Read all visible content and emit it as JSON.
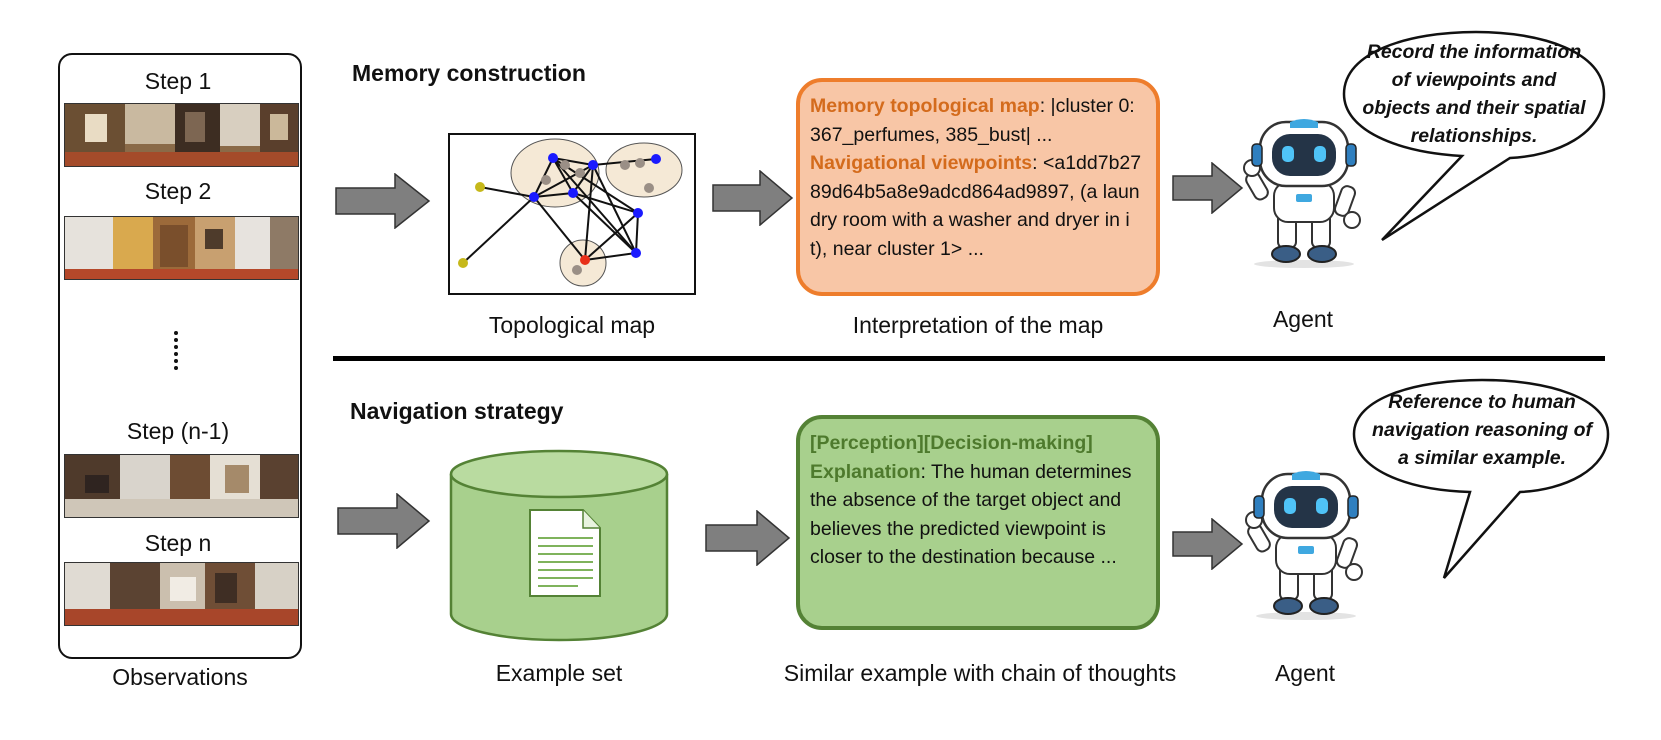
{
  "observations": {
    "steps": [
      "Step 1",
      "Step 2",
      "Step (n-1)",
      "Step n"
    ],
    "ellipsis": "⋮",
    "caption": "Observations"
  },
  "memory": {
    "title": "Memory construction",
    "map_caption": "Topological map",
    "interpretation_caption": "Interpretation of the map",
    "box": {
      "map_label": "Memory topological map",
      "map_text": ":  |cluster 0: 367_perfumes, 385_bust| ...",
      "viewpoints_label": "Navigational viewpoints",
      "viewpoints_text": ": <a1dd7b2789d64b5a8e9adcd864ad9897, (a laundry room with a washer and dryer in it), near cluster 1> ..."
    },
    "agent_caption": "Agent",
    "bubble_lines": [
      "Record the information",
      "of viewpoints and",
      "objects and their spatial",
      "relationships."
    ]
  },
  "navigation": {
    "title": "Navigation strategy",
    "example_caption": "Example set",
    "cot_caption": "Similar example with chain of thoughts",
    "box": {
      "tags": "[Perception][Decision-making]",
      "explanation_label": "Explanation",
      "explanation_text": ": The human determines the absence of the target object and believes the predicted viewpoint is closer to the destination because ..."
    },
    "agent_caption": "Agent",
    "bubble_lines": [
      "Reference to human",
      "navigation reasoning of",
      "a similar example."
    ]
  },
  "colors": {
    "orange_fill": "#f8c6a6",
    "orange_border": "#ee7d2c",
    "green_fill": "#a8d08d",
    "green_border": "#548235",
    "arrow": "#7f7f7f"
  }
}
